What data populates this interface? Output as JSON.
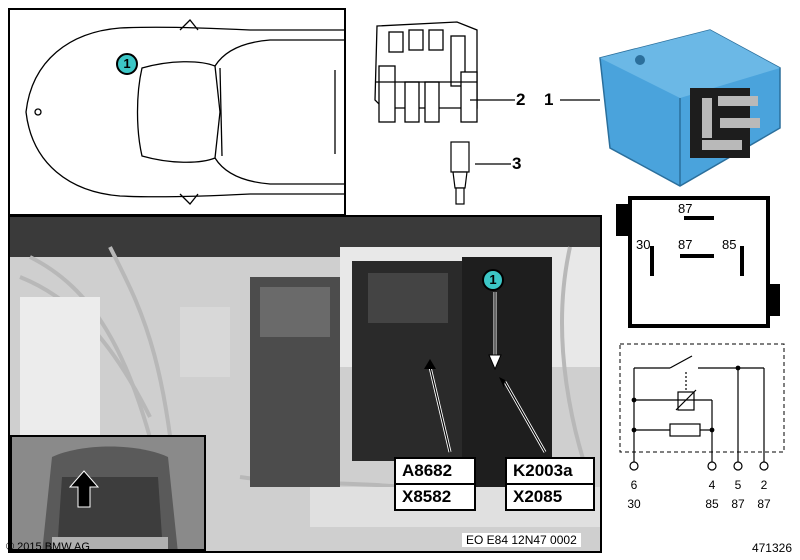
{
  "callouts": {
    "car": "1",
    "photo": "1"
  },
  "parts": {
    "relay": "1",
    "socket": "2",
    "terminal": "3"
  },
  "photo": {
    "label_left_top": "A8682",
    "label_left_bottom": "X8582",
    "label_right_top": "K2003a",
    "label_right_bottom": "X2085",
    "reference": "EO E84 12N47 0002"
  },
  "relay_symbol": {
    "top": "87",
    "middle": "87",
    "left": "30",
    "right": "85"
  },
  "pins": [
    {
      "num": "6",
      "term": "30"
    },
    {
      "num": "4",
      "term": "85"
    },
    {
      "num": "5",
      "term": "87"
    },
    {
      "num": "2",
      "term": "87"
    }
  ],
  "copyright": "© 2015 BMW AG",
  "image_id": "471326",
  "colors": {
    "relay_blue": "#4aa3dc",
    "callout": "#3cc6c6"
  }
}
